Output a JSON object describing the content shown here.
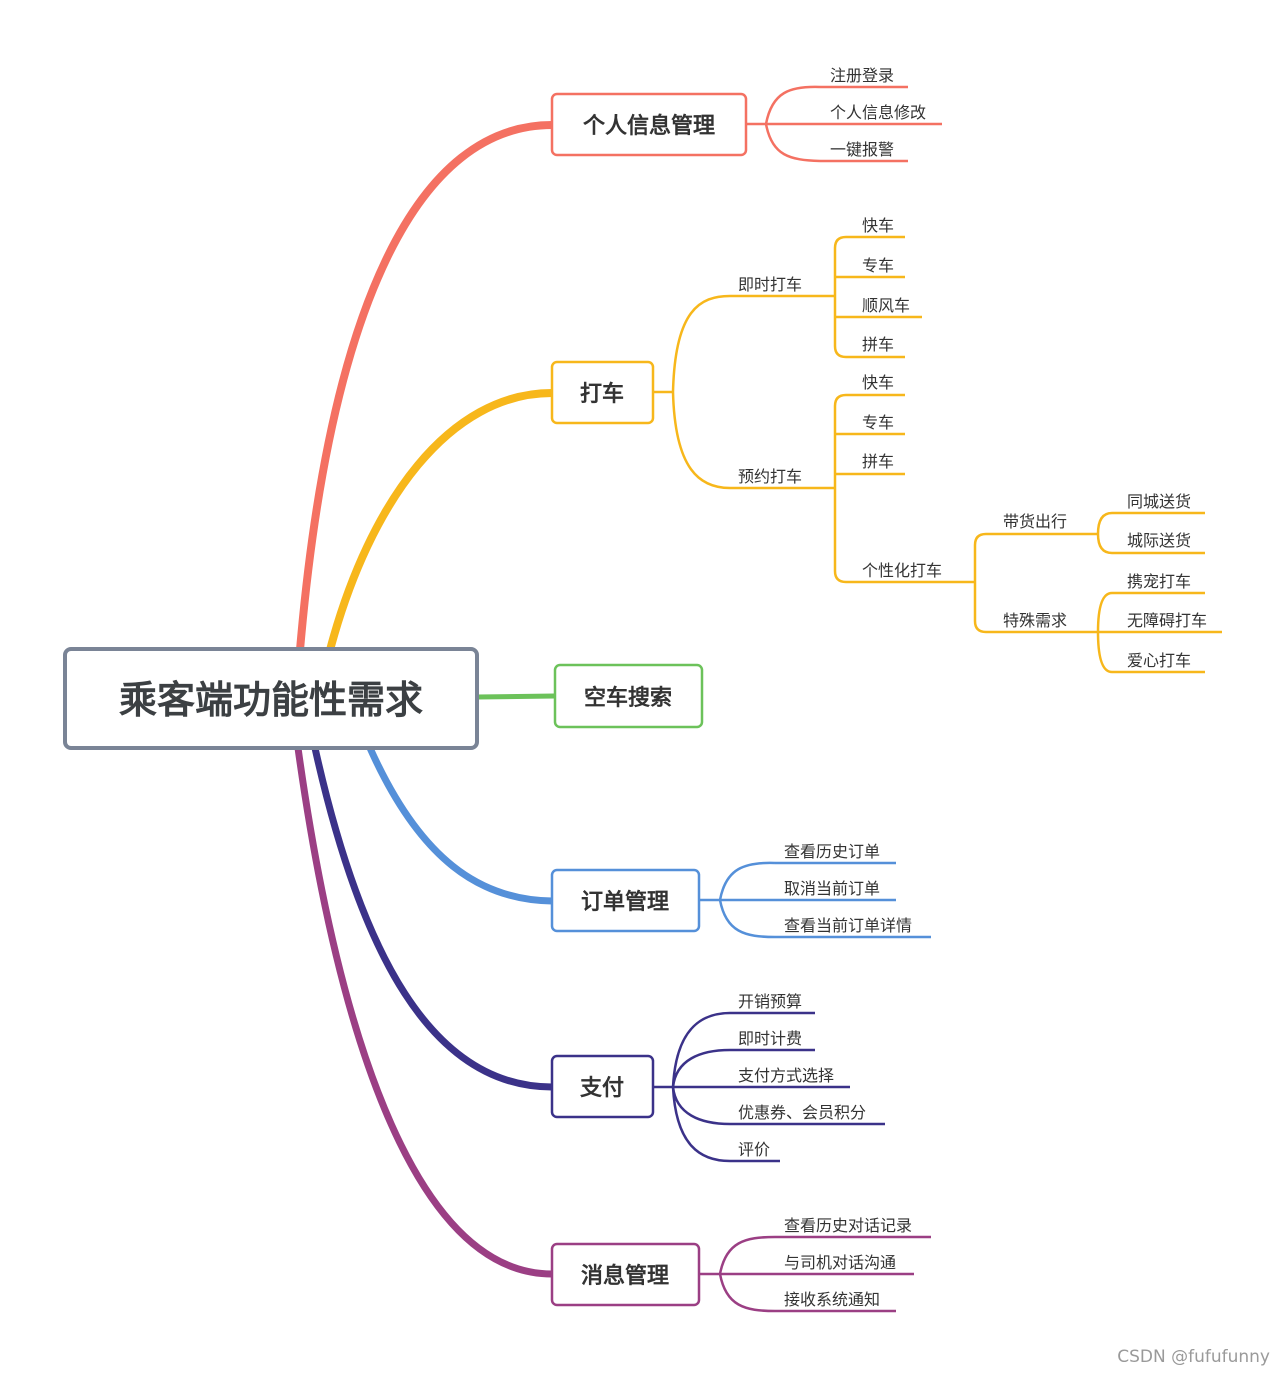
{
  "root": {
    "label": "乘客端功能性需求"
  },
  "colors": {
    "personal": "#f47162",
    "taxi": "#f7b71b",
    "search": "#6cc25a",
    "orders": "#5590d9",
    "payment": "#3b3289",
    "messages": "#9b3f84",
    "root_border": "#7a8496"
  },
  "branches": {
    "personal": {
      "label": "个人信息管理",
      "items": [
        "注册登录",
        "个人信息修改",
        "一键报警"
      ]
    },
    "taxi": {
      "label": "打车",
      "instant": {
        "label": "即时打车",
        "items": [
          "快车",
          "专车",
          "顺风车",
          "拼车"
        ]
      },
      "reserve": {
        "label": "预约打车",
        "items": [
          "快车",
          "专车",
          "拼车"
        ],
        "personalized": {
          "label": "个性化打车",
          "goods": {
            "label": "带货出行",
            "items": [
              "同城送货",
              "城际送货"
            ]
          },
          "special": {
            "label": "特殊需求",
            "items": [
              "携宠打车",
              "无障碍打车",
              "爱心打车"
            ]
          }
        }
      }
    },
    "search": {
      "label": "空车搜索"
    },
    "orders": {
      "label": "订单管理",
      "items": [
        "查看历史订单",
        "取消当前订单",
        "查看当前订单详情"
      ]
    },
    "payment": {
      "label": "支付",
      "items": [
        "开销预算",
        "即时计费",
        "支付方式选择",
        "优惠券、会员积分",
        "评价"
      ]
    },
    "messages": {
      "label": "消息管理",
      "items": [
        "查看历史对话记录",
        "与司机对话沟通",
        "接收系统通知"
      ]
    }
  },
  "watermark": "CSDN @fufufunny"
}
